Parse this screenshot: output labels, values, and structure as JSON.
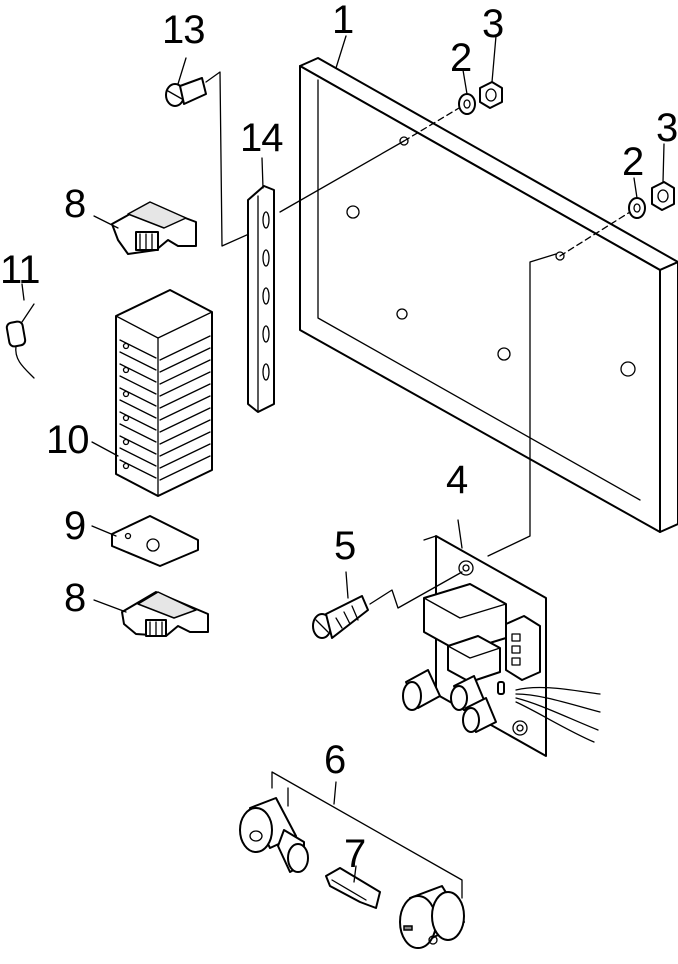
{
  "callouts": {
    "c1": "1",
    "c2a": "2",
    "c2b": "2",
    "c3a": "3",
    "c3b": "3",
    "c4": "4",
    "c5": "5",
    "c6": "6",
    "c7": "7",
    "c8a": "8",
    "c8b": "8",
    "c9": "9",
    "c10": "10",
    "c11": "11",
    "c13": "13",
    "c14": "14"
  }
}
